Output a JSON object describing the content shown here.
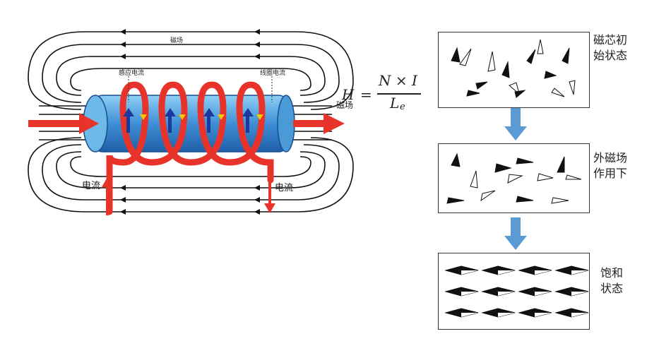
{
  "coil_diagram": {
    "field_label_top": "磁场",
    "induced_current_label": "感应电流",
    "coil_current_label": "线圈电流",
    "current_in_label": "电流",
    "current_out_label": "电流",
    "colors": {
      "coil": "#e8332a",
      "core": "#4aa3e0",
      "arrow_in_core": "#1c3a9e",
      "yellow_arrow": "#f5c800",
      "field_line": "#111111"
    }
  },
  "formula": {
    "lhs": "H",
    "numerator": "N × I",
    "denominator": "L",
    "denominator_sub": "e",
    "lhs_caption": "磁场"
  },
  "states": [
    {
      "label_line1": "磁芯初",
      "label_line2": "始状态"
    },
    {
      "label_line1": "外磁场",
      "label_line2": "作用下"
    },
    {
      "label_line1": "饱和",
      "label_line2": "状态"
    }
  ],
  "flow_arrow_color": "#5b9bd5"
}
